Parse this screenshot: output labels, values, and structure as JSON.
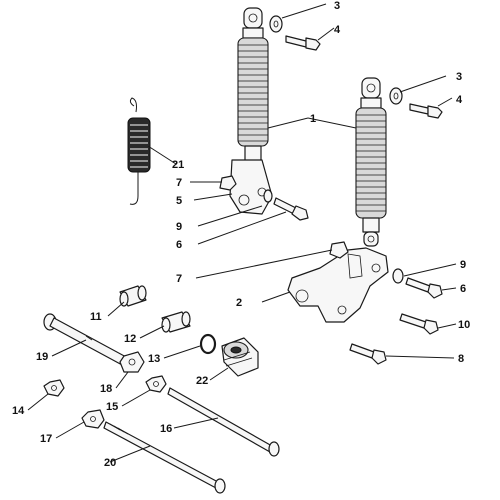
{
  "callouts": {
    "c1": "1",
    "c2": "2",
    "c3a": "3",
    "c3b": "3",
    "c4a": "4",
    "c4b": "4",
    "c5": "5",
    "c6a": "6",
    "c6b": "6",
    "c7a": "7",
    "c7b": "7",
    "c8": "8",
    "c9a": "9",
    "c9b": "9",
    "c10": "10",
    "c11": "11",
    "c12": "12",
    "c13": "13",
    "c14": "14",
    "c15": "15",
    "c16": "16",
    "c17": "17",
    "c18": "18",
    "c19": "19",
    "c20": "20",
    "c21": "21",
    "c22": "22"
  }
}
